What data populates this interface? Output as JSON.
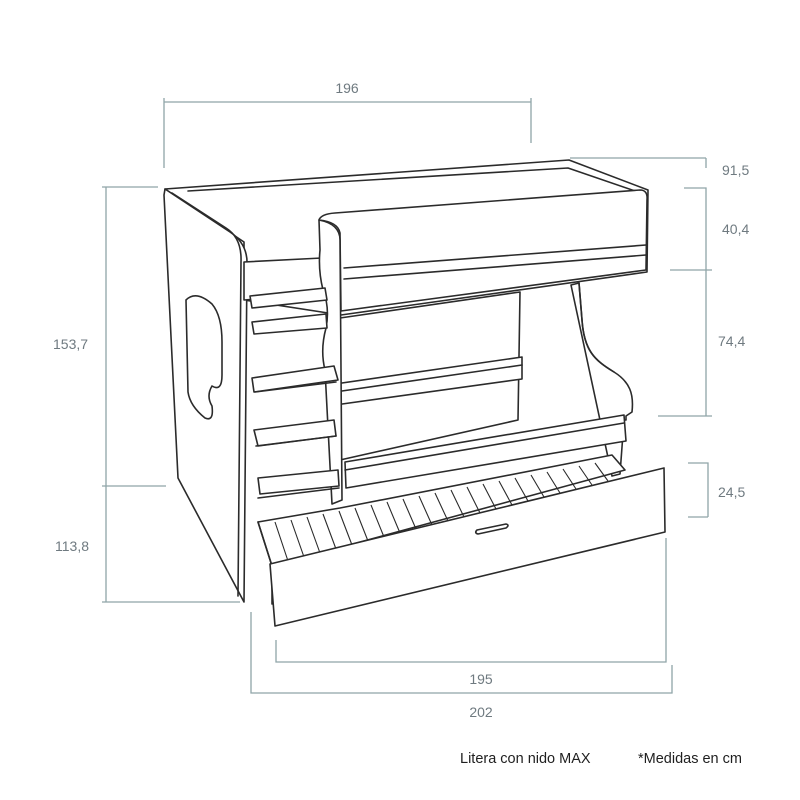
{
  "dimensions": {
    "top_width": "196",
    "top_depth": "91,5",
    "guard_height": "40,4",
    "upper_clearance": "74,4",
    "drawer_height": "24,5",
    "total_height": "153,7",
    "lower_height": "113,8",
    "drawer_width": "195",
    "total_width": "202"
  },
  "footer": {
    "product_name": "Litera con nido MAX",
    "units_note": "*Medidas en cm"
  }
}
